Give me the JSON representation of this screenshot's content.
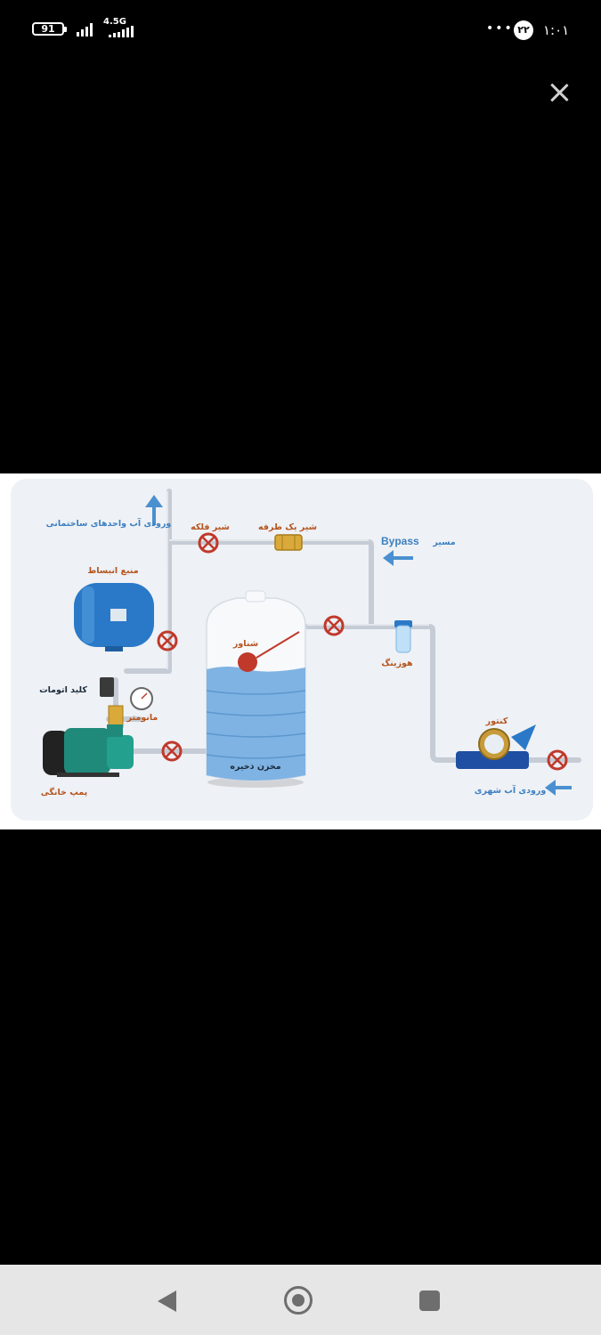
{
  "status_bar": {
    "battery": "91",
    "network": "4.5G",
    "more": "•••",
    "notification_count": "۲۲",
    "time": "۱:۰۱"
  },
  "viewer": {
    "close_icon": "close-icon"
  },
  "diagram": {
    "labels": {
      "building_inlet": "ورودی آب واحدهای ساختمانی",
      "expansion_tank": "منبع انبساط",
      "auto_switch": "کلید اتومات",
      "manometer": "مانومتر",
      "home_pump": "پمپ خانگی",
      "valve_1": "شیر فلکه",
      "check_valve": "شیر یک طرفه",
      "bypass_path": "مسیر",
      "bypass_word": "Bypass",
      "float": "شناور",
      "storage_tank": "مخزن ذخیره",
      "housing": "هوزینگ",
      "meter": "کنتور",
      "city_inlet": "ورودی آب شهری"
    },
    "colors": {
      "pipe": "#c5ccd5",
      "valve": "#c0392b",
      "water": "#7fb3e3",
      "tank_blue": "#2a79c8",
      "label_orange": "#b5531d",
      "arrow_blue": "#3d7fc0"
    }
  },
  "nav_bar": {
    "back_icon": "back-triangle-icon",
    "home_icon": "home-circle-icon",
    "recents_icon": "recents-square-icon"
  }
}
